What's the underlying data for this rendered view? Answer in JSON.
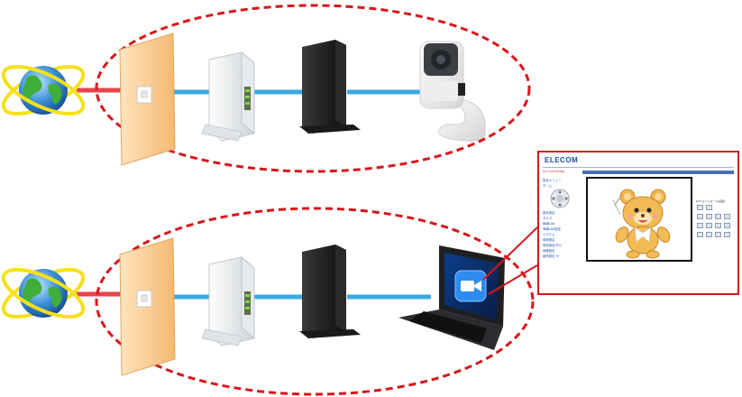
{
  "screen": {
    "brand": "ELECOM",
    "sidebar_title": "NCC EXPOSURE",
    "menu_items": [
      "設定メニュー",
      "ホーム",
      "",
      "",
      "基本設定",
      "カメラ",
      "無線LAN",
      "有線LAN設定",
      "システム",
      "時刻設定",
      "受信設定(PC)",
      "画像設定",
      "画質設定 ▼"
    ],
    "controls_label": "NCCコントロール(画質)"
  },
  "colors": {
    "ellipse_dash": "#d8161b",
    "wan_line": "#e8434a",
    "lan_line": "#3aa9e0",
    "panel_border": "#d8161b"
  },
  "icons": [
    "globe-icon",
    "wall-outlet-icon",
    "onu-modem-icon",
    "wifi-router-icon",
    "network-camera-icon",
    "laptop-icon",
    "video-camera-app-icon",
    "teddy-bear-image"
  ]
}
